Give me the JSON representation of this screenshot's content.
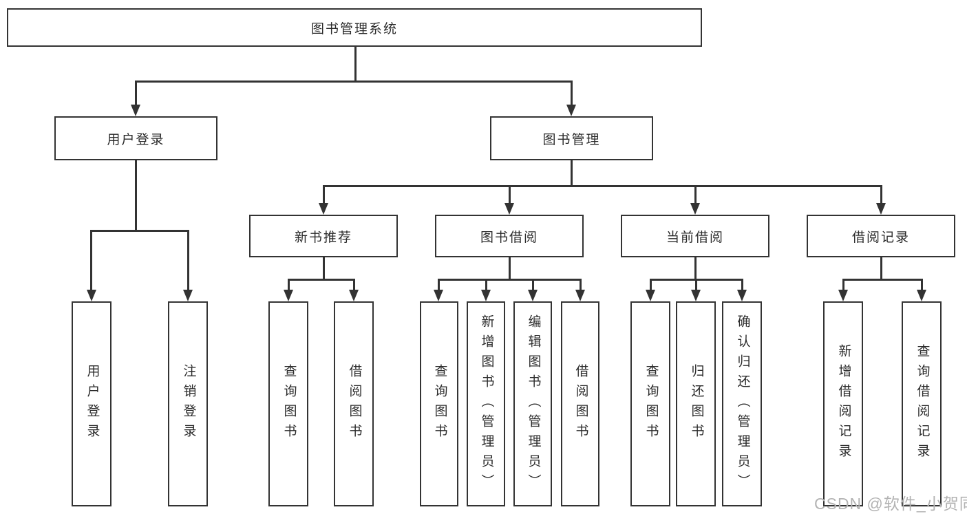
{
  "title": "图书管理系统",
  "watermark": {
    "text": "CSDN @软件_小贺同学"
  },
  "colors": {
    "line": "#333333",
    "text": "#2b2b2b",
    "background": "#ffffff",
    "watermark": "#b3b3b3"
  },
  "tree": {
    "root": {
      "label": "图书管理系统"
    },
    "branches": [
      {
        "label": "用户登录",
        "children": [
          "用户登录",
          "注销登录"
        ]
      },
      {
        "label": "图书管理",
        "groups": [
          {
            "label": "新书推荐",
            "children": [
              "查询图书",
              "借阅图书"
            ]
          },
          {
            "label": "图书借阅",
            "children": [
              "查询图书",
              "新增图书（管理员）",
              "编辑图书（管理员）",
              "借阅图书"
            ]
          },
          {
            "label": "当前借阅",
            "children": [
              "查询图书",
              "归还图书",
              "确认归还（管理员）"
            ]
          },
          {
            "label": "借阅记录",
            "children": [
              "新增借阅记录",
              "查询借阅记录"
            ]
          }
        ]
      }
    ]
  }
}
